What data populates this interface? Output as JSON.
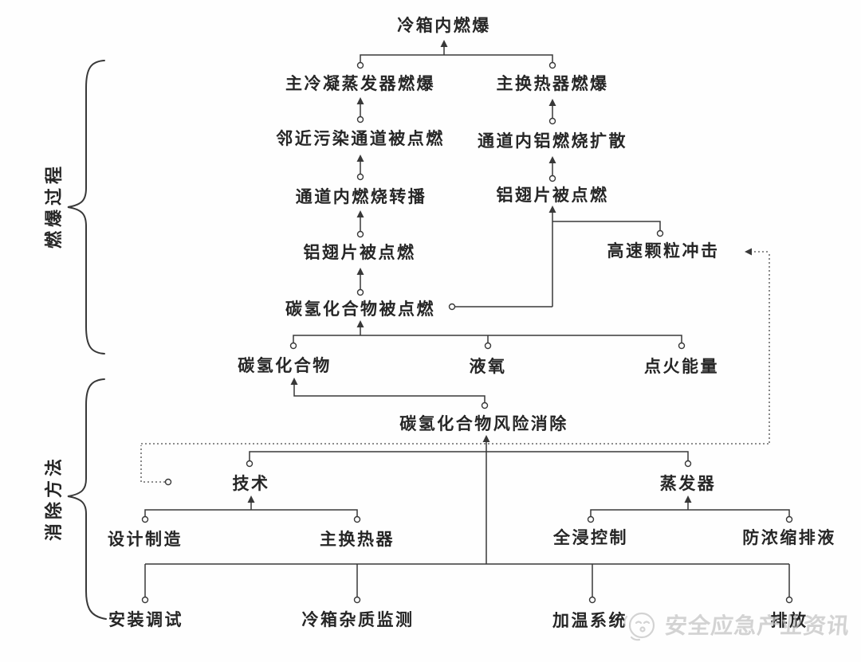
{
  "sections": {
    "process_label": "燃爆过程",
    "elimination_label": "消除方法"
  },
  "nodes": {
    "n1": {
      "label": "冷箱内燃爆"
    },
    "n2": {
      "label": "主冷凝蒸发器燃爆"
    },
    "n3": {
      "label": "主换热器燃爆"
    },
    "n4": {
      "label": "邻近污染通道被点燃"
    },
    "n5": {
      "label": "通道内铝燃烧扩散"
    },
    "n6": {
      "label": "通道内燃烧转播"
    },
    "n7": {
      "label": "铝翅片被点燃"
    },
    "n8": {
      "label": "铝翅片被点燃"
    },
    "n9": {
      "label": "碳氢化合物被点燃"
    },
    "n10": {
      "label": "高速颗粒冲击"
    },
    "n11": {
      "label": "碳氢化合物"
    },
    "n12": {
      "label": "液氧"
    },
    "n13": {
      "label": "点火能量"
    },
    "n14": {
      "label": "碳氢化合物风险消除"
    },
    "n15": {
      "label": "技术"
    },
    "n16": {
      "label": "蒸发器"
    },
    "n17": {
      "label": "设计制造"
    },
    "n18": {
      "label": "主换热器"
    },
    "n19": {
      "label": "全浸控制"
    },
    "n20": {
      "label": "防浓缩排液"
    },
    "n21": {
      "label": "安装调试"
    },
    "n22": {
      "label": "冷箱杂质监测"
    },
    "n23": {
      "label": "加温系统"
    },
    "n24": {
      "label": "排放"
    }
  },
  "watermark": {
    "text": "安全应急产业资讯",
    "logo": "smiley-face-icon"
  },
  "colors": {
    "line": "#383838",
    "dotted_line": "#4a4a4a",
    "text": "#262626",
    "watermark": "#c2c2c2",
    "background": "#fefefe"
  }
}
